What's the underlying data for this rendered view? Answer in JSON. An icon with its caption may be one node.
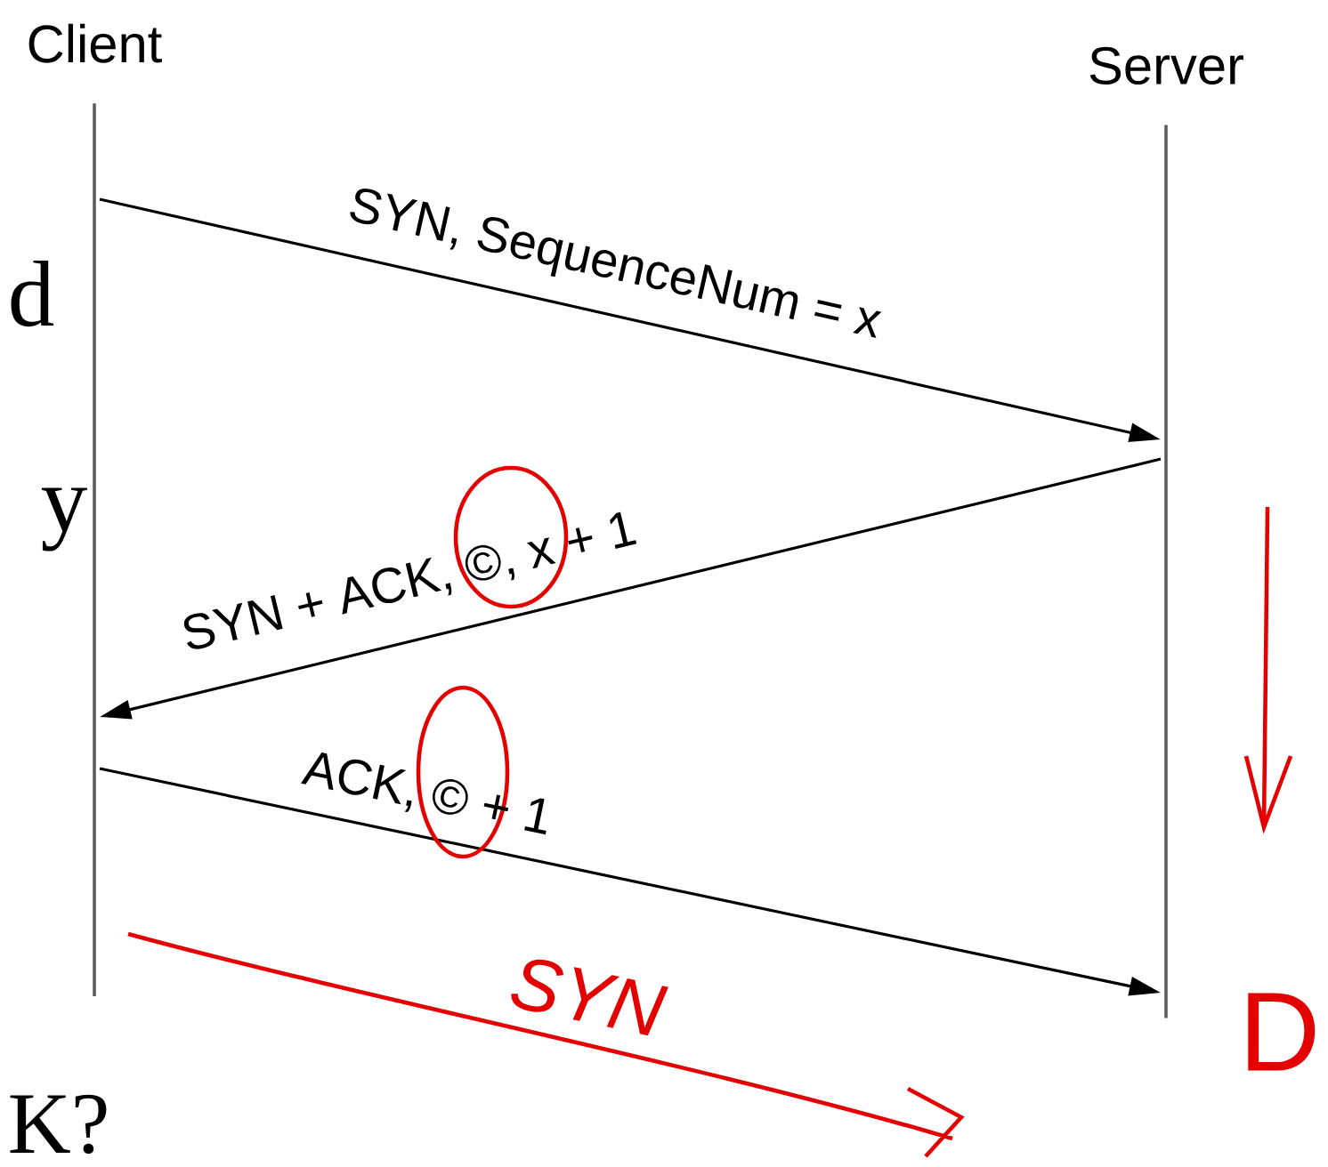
{
  "diagram": {
    "nodes": [
      {
        "text": [
          "Client"
        ]
      },
      {
        "text": [
          "Server"
        ]
      }
    ],
    "edges": [
      {
        "from": 0,
        "to": 1,
        "arrow": "to",
        "label": "SYN, SequenceNum = x"
      },
      {
        "from": 1,
        "to": 0,
        "arrow": "to",
        "label": "SYN + ACK, ©, x + 1"
      },
      {
        "from": 0,
        "to": 1,
        "arrow": "to",
        "label": "ACK, © + 1"
      }
    ],
    "labels": [
      "d",
      "y",
      "SYN",
      "D",
      "K?"
    ]
  }
}
